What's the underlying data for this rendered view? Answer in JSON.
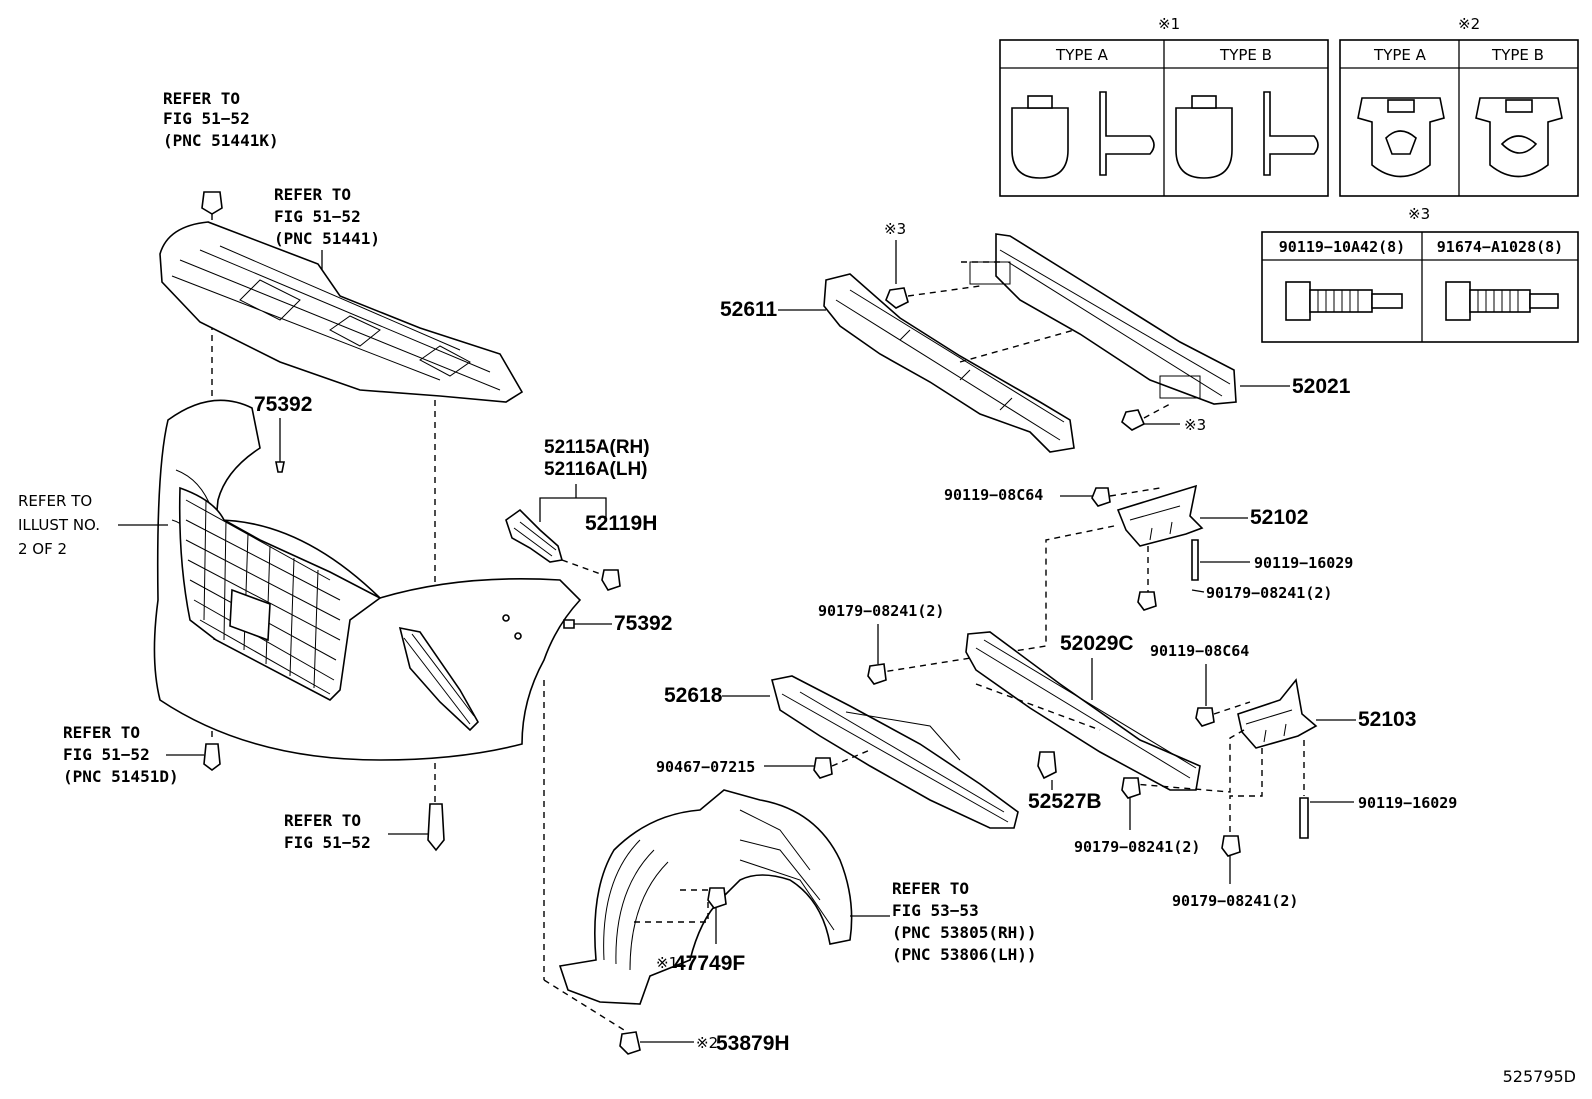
{
  "diagram": {
    "code": "525795D",
    "legend": {
      "note1": {
        "mark": "※1",
        "types": [
          "TYPE A",
          "TYPE B"
        ]
      },
      "note2": {
        "mark": "※2",
        "types": [
          "TYPE A",
          "TYPE B"
        ]
      },
      "note3": {
        "mark": "※3",
        "bolts": [
          "90119−10A42(8)",
          "91674−A1028(8)"
        ]
      }
    },
    "callouts": {
      "ref_51441k": [
        "REFER TO",
        "FIG 51−52",
        "(PNC 51441K)"
      ],
      "ref_51441": [
        "REFER TO",
        "FIG 51−52",
        "(PNC 51441)"
      ],
      "ref_illust": [
        "REFER TO",
        "ILLUST NO.",
        "2 OF 2"
      ],
      "ref_51451d": [
        "REFER TO",
        "FIG 51−52",
        "(PNC 51451D)"
      ],
      "ref_5152": [
        "REFER TO",
        "FIG 51−52"
      ],
      "ref_5353": [
        "REFER TO",
        "FIG 53−53",
        "(PNC 53805(RH))",
        "(PNC 53806(LH))"
      ]
    },
    "parts": {
      "p75392a": "75392",
      "p75392b": "75392",
      "p52115a": "52115A(RH)",
      "p52116a": "52116A(LH)",
      "p52119h": "52119H",
      "p52611": "52611",
      "p52021": "52021",
      "note3_top": "※3",
      "note3_right": "※3",
      "p90119_08c64_a": "90119−08C64",
      "p52102": "52102",
      "p90119_16029_a": "90119−16029",
      "p90179_a": "90179−08241(2)",
      "p90179_b": "90179−08241(2)",
      "p52029c": "52029C",
      "p90119_08c64_b": "90119−08C64",
      "p52618": "52618",
      "p52103": "52103",
      "p90467": "90467−07215",
      "p52527b": "52527B",
      "p90119_16029_b": "90119−16029",
      "p90179_c": "90179−08241(2)",
      "p90179_d": "90179−08241(2)",
      "p47749f": "47749F",
      "mark1": "※1",
      "p53879h": "53879H",
      "mark2": "※2"
    }
  }
}
